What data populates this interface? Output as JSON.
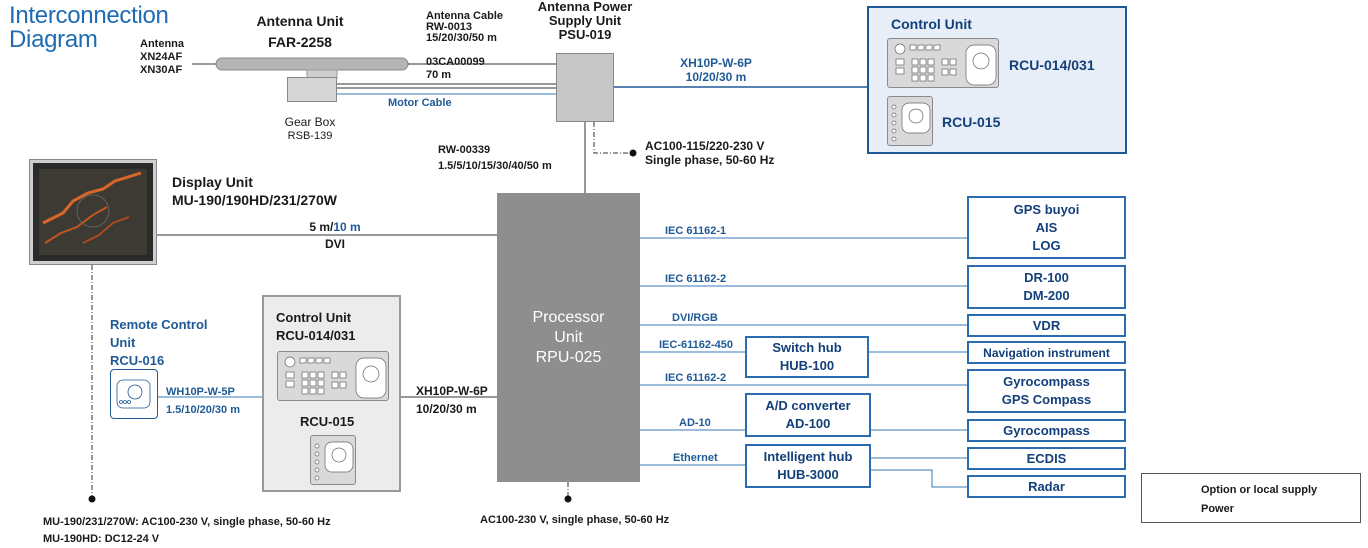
{
  "diagram": {
    "title": [
      "Interconnection",
      "Diagram"
    ],
    "antenna_models": [
      "Antenna",
      "XN24AF",
      "XN30AF"
    ],
    "antenna_unit": {
      "label": "Antenna Unit",
      "model": "FAR-2258"
    },
    "antenna_cable": {
      "label": "Antenna Cable",
      "part": "RW-0013",
      "lengths": "15/20/30/50 m"
    },
    "gear_cable": {
      "part": "03CA00099",
      "length": "70 m"
    },
    "motor_cable": "Motor Cable",
    "gear_box": {
      "label": "Gear Box",
      "model": "RSB-139"
    },
    "psu": {
      "label_lines": [
        "Antenna Power",
        "Supply Unit"
      ],
      "model": "PSU-019"
    },
    "psu_power": {
      "spec": "AC100-115/220-230 V",
      "phase": "Single phase, 50-60 Hz"
    },
    "psu_rcu_cable": {
      "part": "XH10P-W-6P",
      "lengths": "10/20/30 m"
    },
    "control_unit_top": {
      "title": "Control Unit",
      "rcu_a": "RCU-014/031",
      "rcu_b": "RCU-015"
    },
    "psu_rpu_cable": {
      "part": "RW-00339",
      "lengths": "1.5/5/10/15/30/40/50 m"
    },
    "display_unit": {
      "label": "Display Unit",
      "models": "MU-190/190HD/231/270W"
    },
    "dvi_link": {
      "length_a": "5 m/",
      "length_b": "10 m",
      "type": "DVI"
    },
    "processor": {
      "lines": [
        "Processor",
        "Unit",
        "RPU-025"
      ]
    },
    "remote_control": {
      "lines": [
        "Remote Control",
        "Unit"
      ],
      "model": "RCU-016"
    },
    "remote_cable": {
      "part": "WH10P-W-5P",
      "lengths": "1.5/10/20/30 m"
    },
    "control_unit_left": {
      "title": "Control Unit",
      "rcu_a": "RCU-014/031",
      "rcu_b": "RCU-015"
    },
    "left_rpu_cable": {
      "part": "XH10P-W-6P",
      "lengths": "10/20/30 m"
    },
    "display_power": [
      "MU-190/231/270W: AC100-230 V, single phase, 50-60 Hz",
      "MU-190HD: DC12-24 V"
    ],
    "rpu_power": "AC100-230 V, single phase, 50-60 Hz",
    "interfaces": {
      "iec1": "IEC 61162-1",
      "iec2": "IEC 61162-2",
      "dvirgb": "DVI/RGB",
      "iec450": "IEC-61162-450",
      "iec2b": "IEC 61162-2",
      "ad10": "AD-10",
      "ethernet": "Ethernet"
    },
    "devices": {
      "gps": [
        "GPS buyoi",
        "AIS",
        "LOG"
      ],
      "dr": [
        "DR-100",
        "DM-200"
      ],
      "vdr": "VDR",
      "nav": "Navigation instrument",
      "gyro_gps": [
        "Gyrocompass",
        "GPS Compass"
      ],
      "gyro": "Gyrocompass",
      "ecdis": "ECDIS",
      "radar": "Radar"
    },
    "hubs": {
      "switch": [
        "Switch hub",
        "HUB-100"
      ],
      "ad": [
        "A/D converter",
        "AD-100"
      ],
      "intelligent": [
        "Intelligent hub",
        "HUB-3000"
      ]
    },
    "legend": {
      "option": "Option or local supply",
      "power": "Power"
    },
    "colors": {
      "accent": "#1f6bb3",
      "signal_line": "#3a78b8",
      "processor": "#8e8e8e",
      "panel_blue": "#e8eef7",
      "panel_grey": "#ececec"
    }
  }
}
